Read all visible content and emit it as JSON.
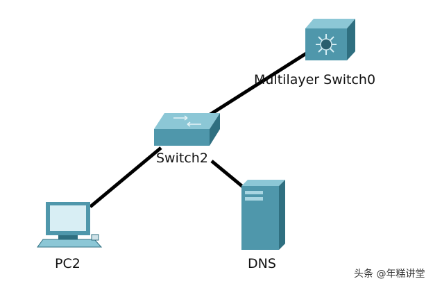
{
  "devices": {
    "mls": {
      "name": "Multilayer Switch0",
      "icon": "multilayer-switch-icon"
    },
    "switch": {
      "name": "Switch2",
      "icon": "switch-icon"
    },
    "pc": {
      "name": "PC2",
      "icon": "pc-icon"
    },
    "server": {
      "name": "DNS",
      "icon": "server-icon"
    }
  },
  "links": [
    {
      "from": "Switch2",
      "to": "Multilayer Switch0"
    },
    {
      "from": "Switch2",
      "to": "PC2"
    },
    {
      "from": "Switch2",
      "to": "DNS"
    }
  ],
  "watermark": "头条 @年糕讲堂",
  "colors": {
    "link": "#000000",
    "device_body": "#5aa3b5",
    "device_dark": "#2f6f80"
  }
}
